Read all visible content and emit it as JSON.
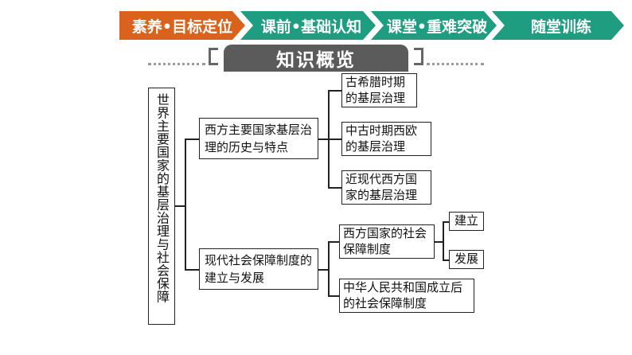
{
  "nav": {
    "tabs": [
      {
        "label": "素养•目标定位",
        "active": true
      },
      {
        "label": "课前•基础认知",
        "active": false
      },
      {
        "label": "课堂•重难突破",
        "active": false
      },
      {
        "label": "随堂训练",
        "active": false
      }
    ],
    "colors": {
      "active": "#d9631c",
      "normal": "#1f9d80"
    }
  },
  "section": {
    "title": "知识概览",
    "banner_color": "#5b5b5b"
  },
  "mindmap": {
    "root": "世界主要国家的基层治理与社会保障",
    "branches": [
      {
        "label": "西方主要国家基层治理的历史与特点",
        "children": [
          "古希腊时期的基层治理",
          "中古时期西欧的基层治理",
          "近现代西方国家的基层治理"
        ]
      },
      {
        "label": "现代社会保障制度的建立与发展",
        "children": [
          {
            "label": "西方国家的社会保障制度",
            "children": [
              "建立",
              "发展"
            ]
          },
          {
            "label": "中华人民共和国成立后的社会保障制度"
          }
        ]
      }
    ]
  }
}
